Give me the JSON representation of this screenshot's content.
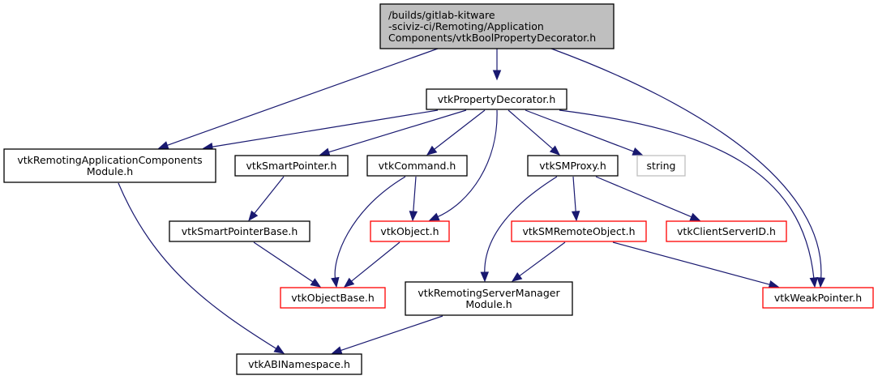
{
  "diagram": {
    "type": "include-dependency-graph",
    "colors": {
      "edge": "#191970",
      "root_fill": "#bfbfbf",
      "node_border": "#000000",
      "external_border": "#bfbfbf",
      "truncated_border": "#ff0000"
    },
    "nodes": [
      {
        "id": "root",
        "lines": [
          "/builds/gitlab-kitware",
          "-sciviz-ci/Remoting/Application",
          "Components/vtkBoolPropertyDecorator.h"
        ],
        "style": "root"
      },
      {
        "id": "vtkPropertyDecorator",
        "lines": [
          "vtkPropertyDecorator.h"
        ],
        "style": "normal"
      },
      {
        "id": "vtkRemotingApplicationComponentsModule",
        "lines": [
          "vtkRemotingApplicationComponents",
          "Module.h"
        ],
        "style": "normal"
      },
      {
        "id": "vtkSmartPointer",
        "lines": [
          "vtkSmartPointer.h"
        ],
        "style": "normal"
      },
      {
        "id": "vtkCommand",
        "lines": [
          "vtkCommand.h"
        ],
        "style": "normal"
      },
      {
        "id": "vtkSMProxy",
        "lines": [
          "vtkSMProxy.h"
        ],
        "style": "normal"
      },
      {
        "id": "string",
        "lines": [
          "string"
        ],
        "style": "external"
      },
      {
        "id": "vtkSmartPointerBase",
        "lines": [
          "vtkSmartPointerBase.h"
        ],
        "style": "normal"
      },
      {
        "id": "vtkObject",
        "lines": [
          "vtkObject.h"
        ],
        "style": "truncated"
      },
      {
        "id": "vtkSMRemoteObject",
        "lines": [
          "vtkSMRemoteObject.h"
        ],
        "style": "truncated"
      },
      {
        "id": "vtkClientServerID",
        "lines": [
          "vtkClientServerID.h"
        ],
        "style": "truncated"
      },
      {
        "id": "vtkObjectBase",
        "lines": [
          "vtkObjectBase.h"
        ],
        "style": "truncated"
      },
      {
        "id": "vtkRemotingServerManagerModule",
        "lines": [
          "vtkRemotingServerManager",
          "Module.h"
        ],
        "style": "normal"
      },
      {
        "id": "vtkWeakPointer",
        "lines": [
          "vtkWeakPointer.h"
        ],
        "style": "truncated"
      },
      {
        "id": "vtkABINamespace",
        "lines": [
          "vtkABINamespace.h"
        ],
        "style": "normal"
      }
    ],
    "edges": [
      {
        "from": "root",
        "to": "vtkPropertyDecorator"
      },
      {
        "from": "root",
        "to": "vtkRemotingApplicationComponentsModule"
      },
      {
        "from": "root",
        "to": "vtkWeakPointer"
      },
      {
        "from": "vtkPropertyDecorator",
        "to": "vtkRemotingApplicationComponentsModule"
      },
      {
        "from": "vtkPropertyDecorator",
        "to": "vtkSmartPointer"
      },
      {
        "from": "vtkPropertyDecorator",
        "to": "vtkCommand"
      },
      {
        "from": "vtkPropertyDecorator",
        "to": "vtkObject"
      },
      {
        "from": "vtkPropertyDecorator",
        "to": "vtkSMProxy"
      },
      {
        "from": "vtkPropertyDecorator",
        "to": "string"
      },
      {
        "from": "vtkPropertyDecorator",
        "to": "vtkWeakPointer"
      },
      {
        "from": "vtkRemotingApplicationComponentsModule",
        "to": "vtkABINamespace"
      },
      {
        "from": "vtkSmartPointer",
        "to": "vtkSmartPointerBase"
      },
      {
        "from": "vtkSmartPointerBase",
        "to": "vtkObjectBase"
      },
      {
        "from": "vtkCommand",
        "to": "vtkObjectBase"
      },
      {
        "from": "vtkCommand",
        "to": "vtkObject"
      },
      {
        "from": "vtkObject",
        "to": "vtkObjectBase"
      },
      {
        "from": "vtkSMProxy",
        "to": "vtkRemotingServerManagerModule"
      },
      {
        "from": "vtkSMProxy",
        "to": "vtkSMRemoteObject"
      },
      {
        "from": "vtkSMProxy",
        "to": "vtkClientServerID"
      },
      {
        "from": "vtkSMRemoteObject",
        "to": "vtkRemotingServerManagerModule"
      },
      {
        "from": "vtkSMRemoteObject",
        "to": "vtkWeakPointer"
      },
      {
        "from": "vtkRemotingServerManagerModule",
        "to": "vtkABINamespace"
      }
    ]
  }
}
